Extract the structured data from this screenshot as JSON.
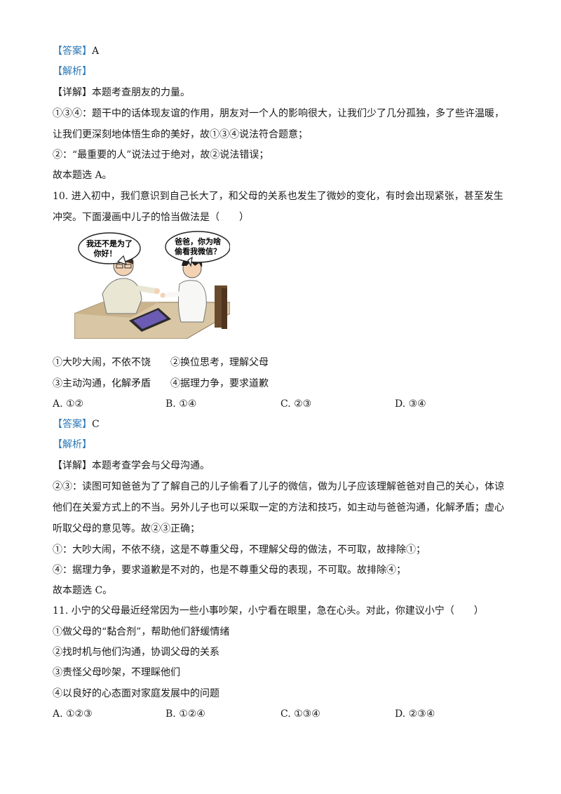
{
  "q9": {
    "answer_tag": "【答案】",
    "answer": "A",
    "analysis_tag": "【解析】",
    "detail_tag": "【详解】",
    "detail_intro": "本题考查朋友的力量。",
    "p1a": "①③④：题干中的话体现友谊的作用，朋友对一个人的影响很大，让我们少了几分孤独，多了些许温暖，",
    "p1b": "让我们更深刻地体悟生命的美好，故①③④说法符合题意；",
    "p2": "②：“最重要的人”说法过于绝对，故②说法错误；",
    "conclusion": "故本题选 A。"
  },
  "q10": {
    "stem_a": "10. 进入初中，我们意识到自己长大了，和父母的关系也发生了微妙的变化，有时会出现紧张，甚至发生",
    "stem_b": "冲突。下面漫画中儿子的恰当做法是（　　）",
    "bubble_father_1": "我还不是为了",
    "bubble_father_2": "你好！",
    "bubble_son_1": "爸爸，你为啥",
    "bubble_son_2": "偷看我微信？",
    "item1": "①大吵大闹，不依不饶",
    "item2": "②换位思考，理解父母",
    "item3": "③主动沟通，化解矛盾",
    "item4": "④据理力争，要求道歉",
    "options": [
      "A. ①②",
      "B. ①④",
      "C. ②③",
      "D. ③④"
    ],
    "answer_tag": "【答案】",
    "answer": "C",
    "analysis_tag": "【解析】",
    "detail_tag": "【详解】",
    "detail_intro": "本题考查学会与父母沟通。",
    "p1a": "②③：读图可知爸爸为了了解自己的儿子偷看了儿子的微信，做为儿子应该理解爸爸对自己的关心，体谅",
    "p1b": "他们在关爱方式上的不当。另外儿子也可以采取一定的方法和技巧，如主动与爸爸沟通，化解矛盾；虚心",
    "p1c": "听取父母的意见等。故②③正确；",
    "p2": "①：大吵大闹，不依不绕，这是不尊重父母，不理解父母的做法，不可取，故排除①；",
    "p3": "④：据理力争，要求道歉是不对的，也是不尊重父母的表现，不可取。故排除④；",
    "conclusion": "故本题选 C。"
  },
  "q11": {
    "stem": "11. 小宁的父母最近经常因为一些小事吵架，小宁看在眼里，急在心头。对此，你建议小宁（　　）",
    "item1": "①做父母的“黏合剂”，帮助他们舒缓情绪",
    "item2": "②找时机与他们沟通，协调父母的关系",
    "item3": "③责怪父母吵架，不理睬他们",
    "item4": "④以良好的心态面对家庭发展中的问题",
    "options": [
      "A. ①②③",
      "B. ①②④",
      "C. ①③④",
      "D. ②③④"
    ]
  }
}
